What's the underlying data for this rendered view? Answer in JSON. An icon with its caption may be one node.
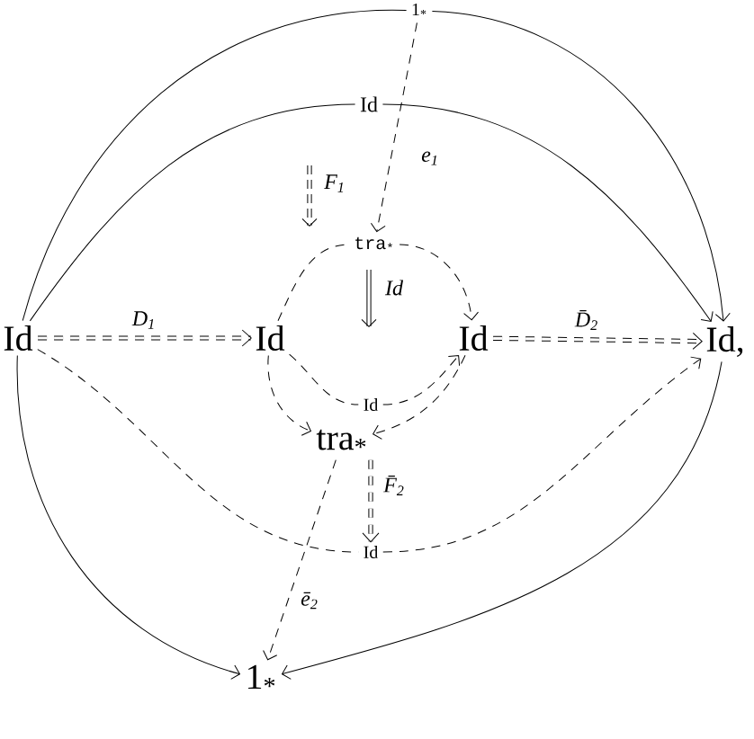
{
  "diagram": {
    "nodes": [
      {
        "text": [
          "Id"
        ]
      },
      {
        "text": [
          "Id"
        ]
      },
      {
        "text": [
          "Id"
        ]
      },
      {
        "text": [
          "Id,"
        ]
      },
      {
        "text": [
          "1$_{*}$"
        ]
      },
      {
        "text": [
          "Id"
        ]
      },
      {
        "text": [
          "tra$_{*}$"
        ]
      },
      {
        "text": [
          "Id"
        ]
      },
      {
        "text": [
          "tra$_{*}$"
        ]
      },
      {
        "text": [
          "Id"
        ]
      },
      {
        "text": [
          "1$_{*}$"
        ]
      }
    ],
    "edges": [
      {
        "from": 0,
        "to": 4,
        "arrow": "none"
      },
      {
        "from": 4,
        "to": 3,
        "arrow": "to"
      },
      {
        "from": 0,
        "to": 5,
        "arrow": "none"
      },
      {
        "from": 5,
        "to": 3,
        "arrow": "to"
      },
      {
        "from": 0,
        "to": 1,
        "arrow": "to",
        "style": "dashed",
        "label": "D$_{1}$"
      },
      {
        "from": 2,
        "to": 3,
        "arrow": "to",
        "style": "dashed",
        "label": "D̄$_{2}$"
      },
      {
        "from": 1,
        "to": 6,
        "arrow": "none",
        "style": "dashed"
      },
      {
        "from": 6,
        "to": 2,
        "arrow": "to",
        "style": "dashed"
      },
      {
        "from": 1,
        "to": 7,
        "arrow": "none",
        "style": "dashed"
      },
      {
        "from": 7,
        "to": 2,
        "arrow": "to",
        "style": "dashed"
      },
      {
        "from": 1,
        "to": 8,
        "arrow": "to",
        "style": "dashed"
      },
      {
        "from": 2,
        "to": 8,
        "arrow": "to",
        "style": "dashed"
      },
      {
        "from": 0,
        "to": 9,
        "arrow": "none",
        "style": "dashed"
      },
      {
        "from": 9,
        "to": 3,
        "arrow": "to",
        "style": "dashed"
      },
      {
        "from": 4,
        "to": 6,
        "arrow": "to",
        "style": "dashed",
        "label": "e$_{1}$"
      },
      {
        "from": 8,
        "to": 10,
        "arrow": "to",
        "style": "dashed",
        "label": "ē$_{2}$"
      },
      {
        "from": 0,
        "to": 10,
        "arrow": "to"
      },
      {
        "from": 3,
        "to": 10,
        "arrow": "to"
      },
      {
        "from": 8,
        "to": 9,
        "arrow": "to",
        "style": "dashed",
        "label": "F̄$_{2}$"
      }
    ],
    "labels": [
      "F$_{1}$",
      "Id"
    ]
  }
}
